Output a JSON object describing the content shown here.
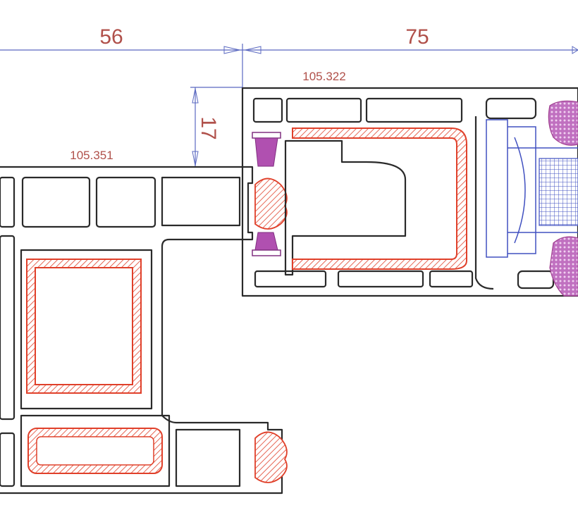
{
  "drawing": {
    "dimensions": {
      "frame_width": "56",
      "sash_width": "75",
      "overlap": "17"
    },
    "profile_codes": {
      "sash": "105.322",
      "frame": "105.351"
    }
  },
  "colors": {
    "dimension_text": "#b0504a",
    "dimension_line": "#5a68c0",
    "outline": "#2a2a2a",
    "steel_reinforcement": "#e0402a",
    "gasket": "#b050b0",
    "glazing_bead": "#4050c0"
  }
}
